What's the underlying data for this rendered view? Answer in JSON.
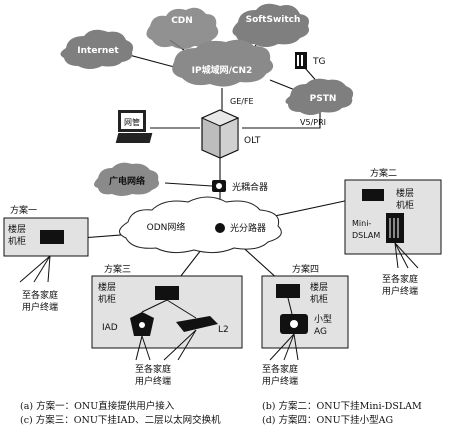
{
  "clouds": {
    "cdn": "CDN",
    "softswitch": "SoftSwitch",
    "internet": "Internet",
    "ip_metro": "IP城域网/CN2",
    "pstn": "PSTN",
    "broadcast": "广电网络",
    "odn": "ODN网络"
  },
  "nodes": {
    "tg": "TG",
    "nms": "网管",
    "olt": "OLT",
    "combiner": "光耦合器",
    "splitter": "光分路器"
  },
  "links": {
    "ge_fe": "GE/FE",
    "v5_pri": "V5/PRI"
  },
  "schemes": {
    "s1": {
      "title": "方案一",
      "cabinet": [
        "楼层",
        "机柜"
      ],
      "terminal": [
        "至各家庭",
        "用户终端"
      ]
    },
    "s2": {
      "title": "方案二",
      "cabinet": [
        "楼层",
        "机柜"
      ],
      "device": [
        "Mini-",
        "DSLAM"
      ],
      "terminal": [
        "至各家庭",
        "用户终端"
      ]
    },
    "s3": {
      "title": "方案三",
      "cabinet": [
        "楼层",
        "机柜"
      ],
      "iad": "IAD",
      "l2": "L2",
      "terminal": [
        "至各家庭",
        "用户终端"
      ]
    },
    "s4": {
      "title": "方案四",
      "cabinet": [
        "楼层",
        "机柜"
      ],
      "ag": [
        "小型",
        "AG"
      ],
      "terminal": [
        "至各家庭",
        "用户终端"
      ]
    }
  },
  "captions": {
    "a": "(a) 方案一：ONU直接提供用户接入",
    "b": "(b) 方案二：ONU下挂Mini-DSLAM",
    "c": "(c) 方案三：ONU下挂IAD、二层以太网交换机",
    "d": "(d) 方案四：ONU下挂小型AG"
  }
}
